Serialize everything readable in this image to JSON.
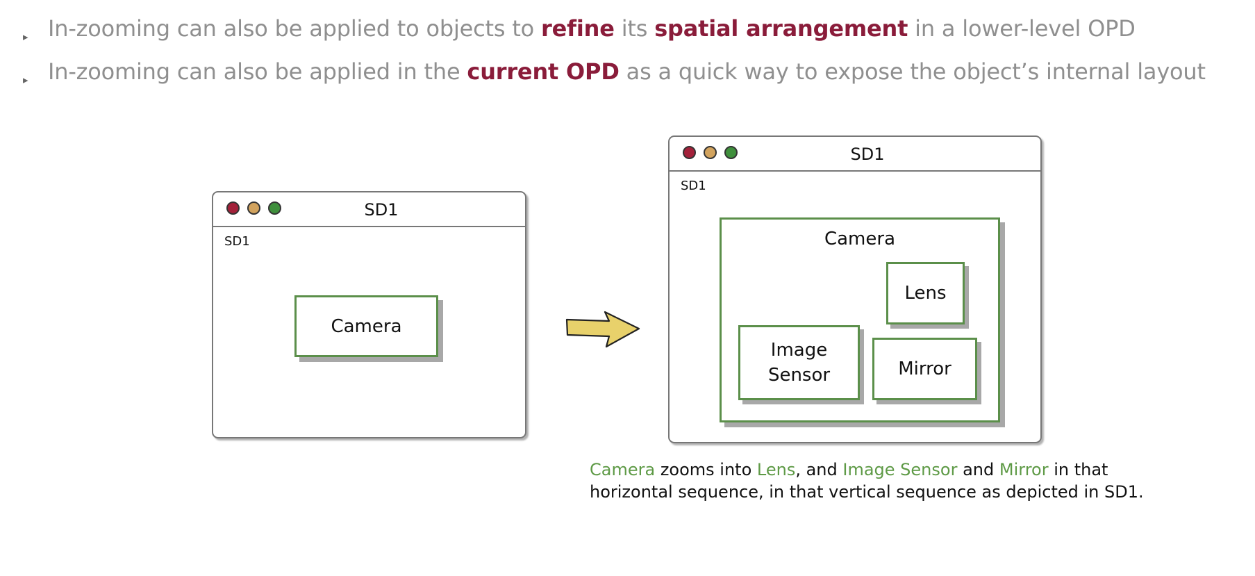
{
  "bullets": [
    {
      "marker": "▸",
      "parts": [
        {
          "text": "In-zooming can also be applied to objects to ",
          "highlight": false
        },
        {
          "text": "refine",
          "highlight": true
        },
        {
          "text": " its ",
          "highlight": false
        },
        {
          "text": "spatial arrangement",
          "highlight": true
        },
        {
          "text": " in a lower-level OPD",
          "highlight": false
        }
      ]
    },
    {
      "marker": "▸",
      "parts": [
        {
          "text": "In-zooming can also be applied in the ",
          "highlight": false
        },
        {
          "text": "current OPD",
          "highlight": true
        },
        {
          "text": " as a quick way to expose the object’s internal layout",
          "highlight": false
        }
      ]
    }
  ],
  "left_window": {
    "title": "SD1",
    "diagram_label": "SD1",
    "object": "Camera"
  },
  "right_window": {
    "title": "SD1",
    "diagram_label": "SD1",
    "container": "Camera",
    "parts": {
      "lens": "Lens",
      "image_sensor_line1": "Image",
      "image_sensor_line2": "Sensor",
      "mirror": "Mirror"
    }
  },
  "caption": {
    "line1": [
      {
        "text": "Camera",
        "highlight": true
      },
      {
        "text": " zooms into ",
        "highlight": false
      },
      {
        "text": "Lens",
        "highlight": true
      },
      {
        "text": ", and ",
        "highlight": false
      },
      {
        "text": "Image Sensor",
        "highlight": true
      },
      {
        "text": " and ",
        "highlight": false
      },
      {
        "text": "Mirror",
        "highlight": true
      },
      {
        "text": " in that",
        "highlight": false
      }
    ],
    "line2": "horizontal sequence, in that vertical sequence as depicted in SD1."
  },
  "colors": {
    "highlight_text": "#8a1c3a",
    "bullet_text": "#8f8f8f",
    "object_border": "#5b8f4a",
    "caption_highlight": "#5e9a46",
    "arrow_fill": "#e8d16b",
    "dot_red": "#a3213a",
    "dot_orange": "#d2a35e",
    "dot_green": "#3f8f3c"
  },
  "icons": {
    "bullet": "triangle-bullet-icon",
    "transition": "right-arrow-icon",
    "window_controls": [
      "red-dot-icon",
      "orange-dot-icon",
      "green-dot-icon"
    ]
  }
}
